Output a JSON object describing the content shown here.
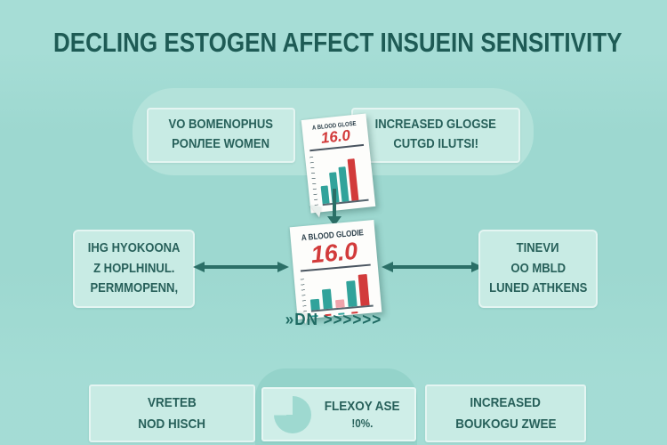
{
  "title": "DECLING ESTOGEN AFFECT INSUEIN SENSITIVITY",
  "top_flow": {
    "left_box": {
      "lines": [
        "VO BOMENOPHUS",
        "PONЛEE WOMEN"
      ]
    },
    "right_box": {
      "lines": [
        "INCREASED GLOGSE",
        "CUTGD ILUTSI!"
      ]
    }
  },
  "mid_flow": {
    "left_box": {
      "lines": [
        "IHG HYOKOONA",
        "Z HOPLHINUL.",
        "PERMMOPENN,"
      ]
    },
    "right_box": {
      "lines": [
        "TINEVИ",
        "OO MBLD",
        "LUNED ATHKENS"
      ]
    },
    "chevrons": "»DN >>>>>>"
  },
  "bottom_row": {
    "left_box": {
      "lines": [
        "VRETEB",
        "NOD HISCH"
      ]
    },
    "middle_box": {
      "lines": [
        "FLEXOY ASE",
        "!0%."
      ],
      "icon": "pie-chart-icon"
    },
    "right_box": {
      "lines": [
        "INCREASED",
        "BOUKOGU ZWEE"
      ]
    }
  },
  "documents": {
    "top": {
      "header": "A BLOOD GLOSE",
      "value": "16.0",
      "bars": [
        {
          "h": 35,
          "c": "#31a39b"
        },
        {
          "h": 60,
          "c": "#31a39b"
        },
        {
          "h": 68,
          "c": "#31a39b"
        },
        {
          "h": 82,
          "c": "#d23b3b"
        }
      ]
    },
    "center": {
      "header": "A BLOOD GLODIE",
      "value": "16.0",
      "bars": [
        {
          "h": 30,
          "c": "#31a39b"
        },
        {
          "h": 55,
          "c": "#31a39b"
        },
        {
          "h": 22,
          "c": "#efa3ab"
        },
        {
          "h": 72,
          "c": "#31a39b"
        },
        {
          "h": 85,
          "c": "#d23b3b"
        }
      ]
    }
  },
  "chart_data": [
    {
      "type": "bar",
      "title": "A BLOOD GLOSE",
      "value_label": "16.0",
      "categories": [
        "",
        "",
        "",
        ""
      ],
      "values": [
        35,
        60,
        68,
        82
      ],
      "colors": [
        "teal",
        "teal",
        "teal",
        "red"
      ],
      "ylim": [
        0,
        100
      ]
    },
    {
      "type": "bar",
      "title": "A BLOOD GLODIE",
      "value_label": "16.0",
      "categories": [
        "",
        "",
        "",
        "",
        ""
      ],
      "values": [
        30,
        55,
        22,
        72,
        85
      ],
      "colors": [
        "teal",
        "teal",
        "pink",
        "teal",
        "red"
      ],
      "ylim": [
        0,
        100
      ]
    }
  ],
  "icons": [
    "pie-chart-icon",
    "arrow-down-icon",
    "double-arrow-icon",
    "document-chart-icon"
  ],
  "colors": {
    "background": "#a0dbd3",
    "pill": "#b3e2da",
    "box": "#c8ebe4",
    "box_border": "rgba(255,255,255,0.5)",
    "text_dark": "#265e58",
    "title": "#1e5b55",
    "arrow": "#2b6f67",
    "red": "#d23b3b",
    "bar_teal": "#31a39b",
    "bar_pink": "#efa3ab",
    "bottom_shape": "#94d3ca",
    "paper": "#fdfdfb"
  }
}
